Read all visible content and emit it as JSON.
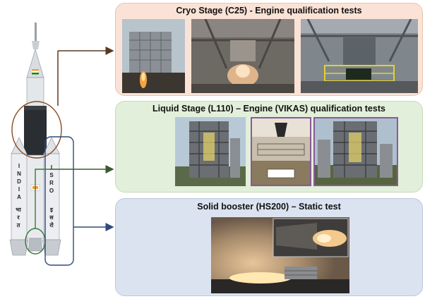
{
  "panels": [
    {
      "id": "cryo",
      "title": "Cryo Stage (C25) - Engine qualification tests",
      "color": "#fae3d6"
    },
    {
      "id": "liquid",
      "title": "Liquid Stage (L110) – Engine (VIKAS) qualification tests",
      "color": "#e2efda"
    },
    {
      "id": "solid",
      "title": "Solid booster (HS200) – Static test",
      "color": "#dbe3f1"
    }
  ],
  "rocket": {
    "left_booster_text": [
      "I",
      "N",
      "D",
      "I",
      "A"
    ],
    "right_booster_text": [
      "I",
      "S",
      "R",
      "O"
    ],
    "left_hindi": [
      "भा",
      "र",
      "त"
    ],
    "right_hindi": [
      "इ",
      "स",
      "रो"
    ]
  },
  "colors": {
    "arrow": "#5a3a1e",
    "cryo_circle": "#8a4a20",
    "liquid_highlight": "#3a7a3a",
    "solid_highlight": "#2e4a7a"
  }
}
